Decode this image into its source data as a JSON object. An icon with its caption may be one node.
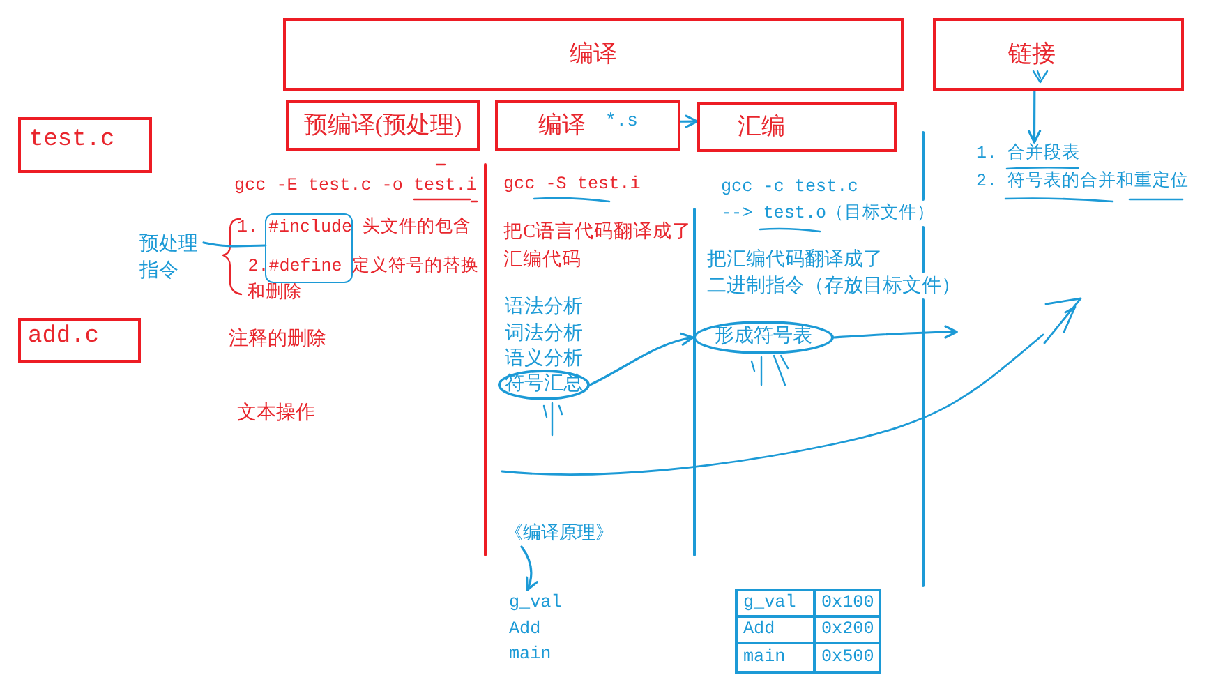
{
  "diagram": {
    "nodes": [
      {
        "text": [
          "编译"
        ]
      },
      {
        "text": [
          "链接"
        ]
      },
      {
        "text": [
          "预编译(预处理)"
        ]
      },
      {
        "text": [
          "编译",
          "*.s"
        ]
      },
      {
        "text": [
          "汇编"
        ]
      },
      {
        "text": [
          "test.c"
        ]
      },
      {
        "text": [
          "1. 合并段表",
          "2. 符号表的合并和重定位"
        ]
      },
      {
        "text": [
          "预处理指令"
        ]
      },
      {
        "text": [],
        "shape": "box"
      },
      {
        "text": [
          "add.c"
        ]
      },
      {
        "text": [
          "形成符号表"
        ]
      },
      {
        "text": [
          "符号汇总"
        ]
      },
      {
        "text": [
          "《编译原理》"
        ]
      },
      {
        "text": [
          "g_val",
          "Add",
          "main"
        ]
      }
    ],
    "edges": [
      {
        "from": 3,
        "to": 4,
        "arrow": "to"
      },
      {
        "from": 1,
        "to": 6,
        "arrow": "to"
      },
      {
        "from": 7,
        "to": 8,
        "arrow": "none"
      },
      {
        "from": 11,
        "to": 10,
        "arrow": "to"
      },
      {
        "from": 10,
        "to": null,
        "arrow": "to"
      },
      {
        "from": 12,
        "to": 13,
        "arrow": "to"
      }
    ],
    "labels": [
      "gcc -E test.c -o test.i",
      "1. #include 头文件的包含",
      "2.#define 定义符号的替换和删除",
      "注释的删除",
      "文本操作",
      "gcc -S test.i",
      "把C语言代码翻译成了汇编代码",
      "语法分析",
      "词法分析",
      "语义分析",
      "gcc -c test.c",
      "--> test.o（目标文件）",
      "把汇编代码翻译成了二进制指令（存放目标文件）",
      "g_val",
      "0x100",
      "Add",
      "0x200",
      "main",
      "0x500"
    ]
  }
}
